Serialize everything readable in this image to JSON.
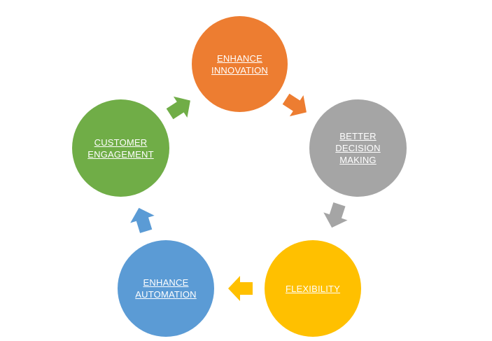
{
  "diagram": {
    "nodes": [
      {
        "label": "ENHANCE\nINNOVATION",
        "color": "#ED7D31"
      },
      {
        "label": "BETTER\nDECISION\nMAKING",
        "color": "#A5A5A5"
      },
      {
        "label": "FLEXIBILITY",
        "color": "#FFC000"
      },
      {
        "label": "ENHANCE\nAUTOMATION",
        "color": "#5B9BD5"
      },
      {
        "label": "CUSTOMER\nENGAGEMENT",
        "color": "#70AD47"
      }
    ],
    "arrows": [
      {
        "from": "ENHANCE INNOVATION",
        "to": "BETTER DECISION MAKING",
        "color": "#ED7D31",
        "icon": "right-arrow-icon"
      },
      {
        "from": "BETTER DECISION MAKING",
        "to": "FLEXIBILITY",
        "color": "#A5A5A5",
        "icon": "right-arrow-icon"
      },
      {
        "from": "FLEXIBILITY",
        "to": "ENHANCE AUTOMATION",
        "color": "#FFC000",
        "icon": "right-arrow-icon"
      },
      {
        "from": "ENHANCE AUTOMATION",
        "to": "CUSTOMER ENGAGEMENT",
        "color": "#5B9BD5",
        "icon": "right-arrow-icon"
      },
      {
        "from": "CUSTOMER ENGAGEMENT",
        "to": "ENHANCE INNOVATION",
        "color": "#70AD47",
        "icon": "right-arrow-icon"
      }
    ]
  }
}
